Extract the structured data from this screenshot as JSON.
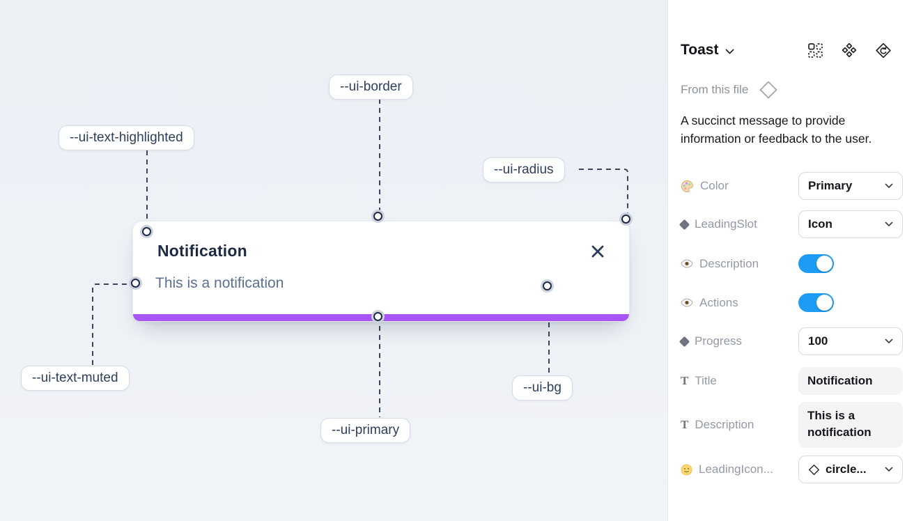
{
  "canvas": {
    "toast": {
      "title": "Notification",
      "description": "This is a notification"
    },
    "labels": [
      {
        "text": "--ui-border"
      },
      {
        "text": "--ui-text-highlighted"
      },
      {
        "text": "--ui-radius"
      },
      {
        "text": "--ui-text-muted"
      },
      {
        "text": "--ui-primary"
      },
      {
        "text": "--ui-bg"
      }
    ]
  },
  "panel": {
    "title": "Toast",
    "source": "From this file",
    "description": "A succinct message to provide information or feedback to the user.",
    "glyphs": {
      "text_type": "T"
    },
    "properties": [
      {
        "label": "Color",
        "type": "select",
        "value": "Primary"
      },
      {
        "label": "LeadingSlot",
        "type": "select",
        "value": "Icon"
      },
      {
        "label": "Description",
        "type": "toggle",
        "value": "on"
      },
      {
        "label": "Actions",
        "type": "toggle",
        "value": "on"
      },
      {
        "label": "Progress",
        "type": "select",
        "value": "100"
      },
      {
        "label": "Title",
        "type": "text",
        "value": "Notification"
      },
      {
        "label": "Description",
        "type": "text",
        "value": "This is a notification"
      },
      {
        "label": "LeadingIcon...",
        "type": "select",
        "value": "circle..."
      }
    ]
  },
  "colors": {
    "primary_bar": "#a855f7",
    "toggle_on": "#1d9cf4",
    "canvas_bg": "#edf0f5",
    "annotation_line": "#37445f"
  }
}
